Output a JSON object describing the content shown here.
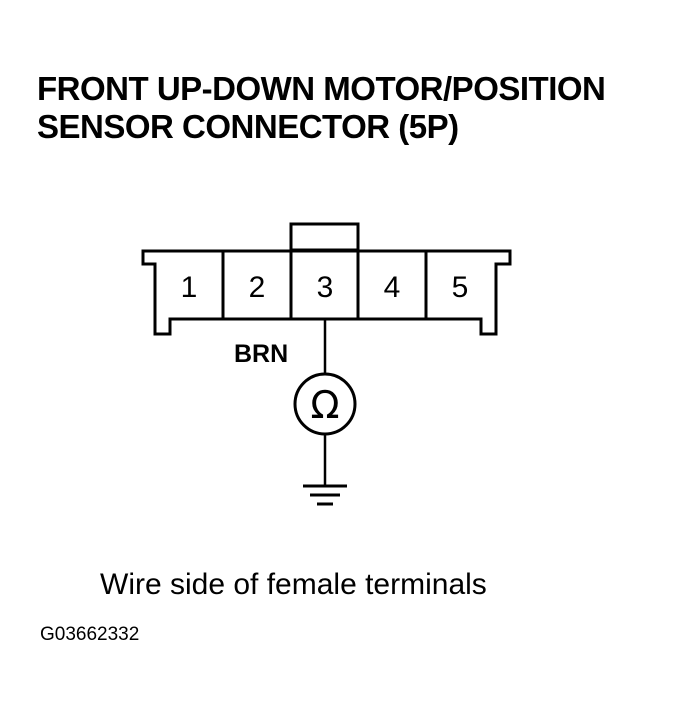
{
  "title": {
    "line1": "FRONT UP-DOWN MOTOR/POSITION",
    "line2": "SENSOR CONNECTOR (5P)"
  },
  "connector": {
    "terminals": [
      "1",
      "2",
      "3",
      "4",
      "5"
    ]
  },
  "wire_label": "BRN",
  "meter_symbol": "Ω",
  "caption": "Wire side of female terminals",
  "figure_code": "G03662332"
}
